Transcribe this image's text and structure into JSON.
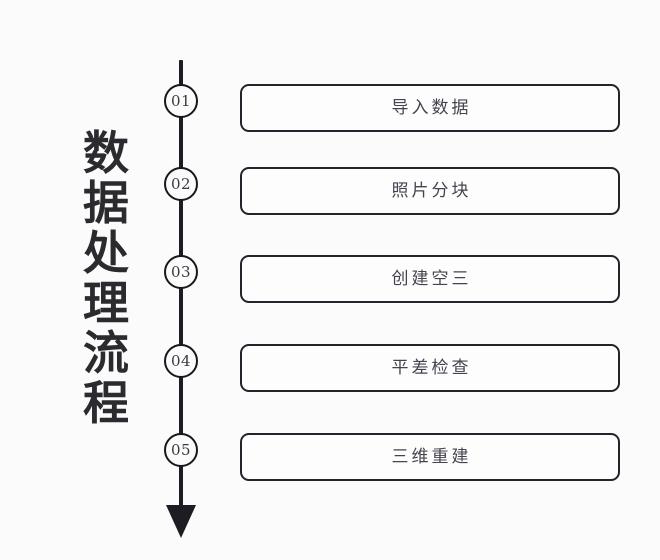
{
  "diagram": {
    "title_vertical": "数据处理流程",
    "title_chars": [
      "数",
      "据",
      "处",
      "理",
      "流",
      "程"
    ],
    "accent_color": "#1c1c22",
    "text_color": "#44444e",
    "background_color": "#fbfbfc",
    "flow_direction": "top-to-bottom",
    "arrow": "down-arrowhead",
    "steps": [
      {
        "number": "01",
        "label": "导入数据"
      },
      {
        "number": "02",
        "label": "照片分块"
      },
      {
        "number": "03",
        "label": "创建空三"
      },
      {
        "number": "04",
        "label": "平差检查"
      },
      {
        "number": "05",
        "label": "三维重建"
      }
    ]
  }
}
